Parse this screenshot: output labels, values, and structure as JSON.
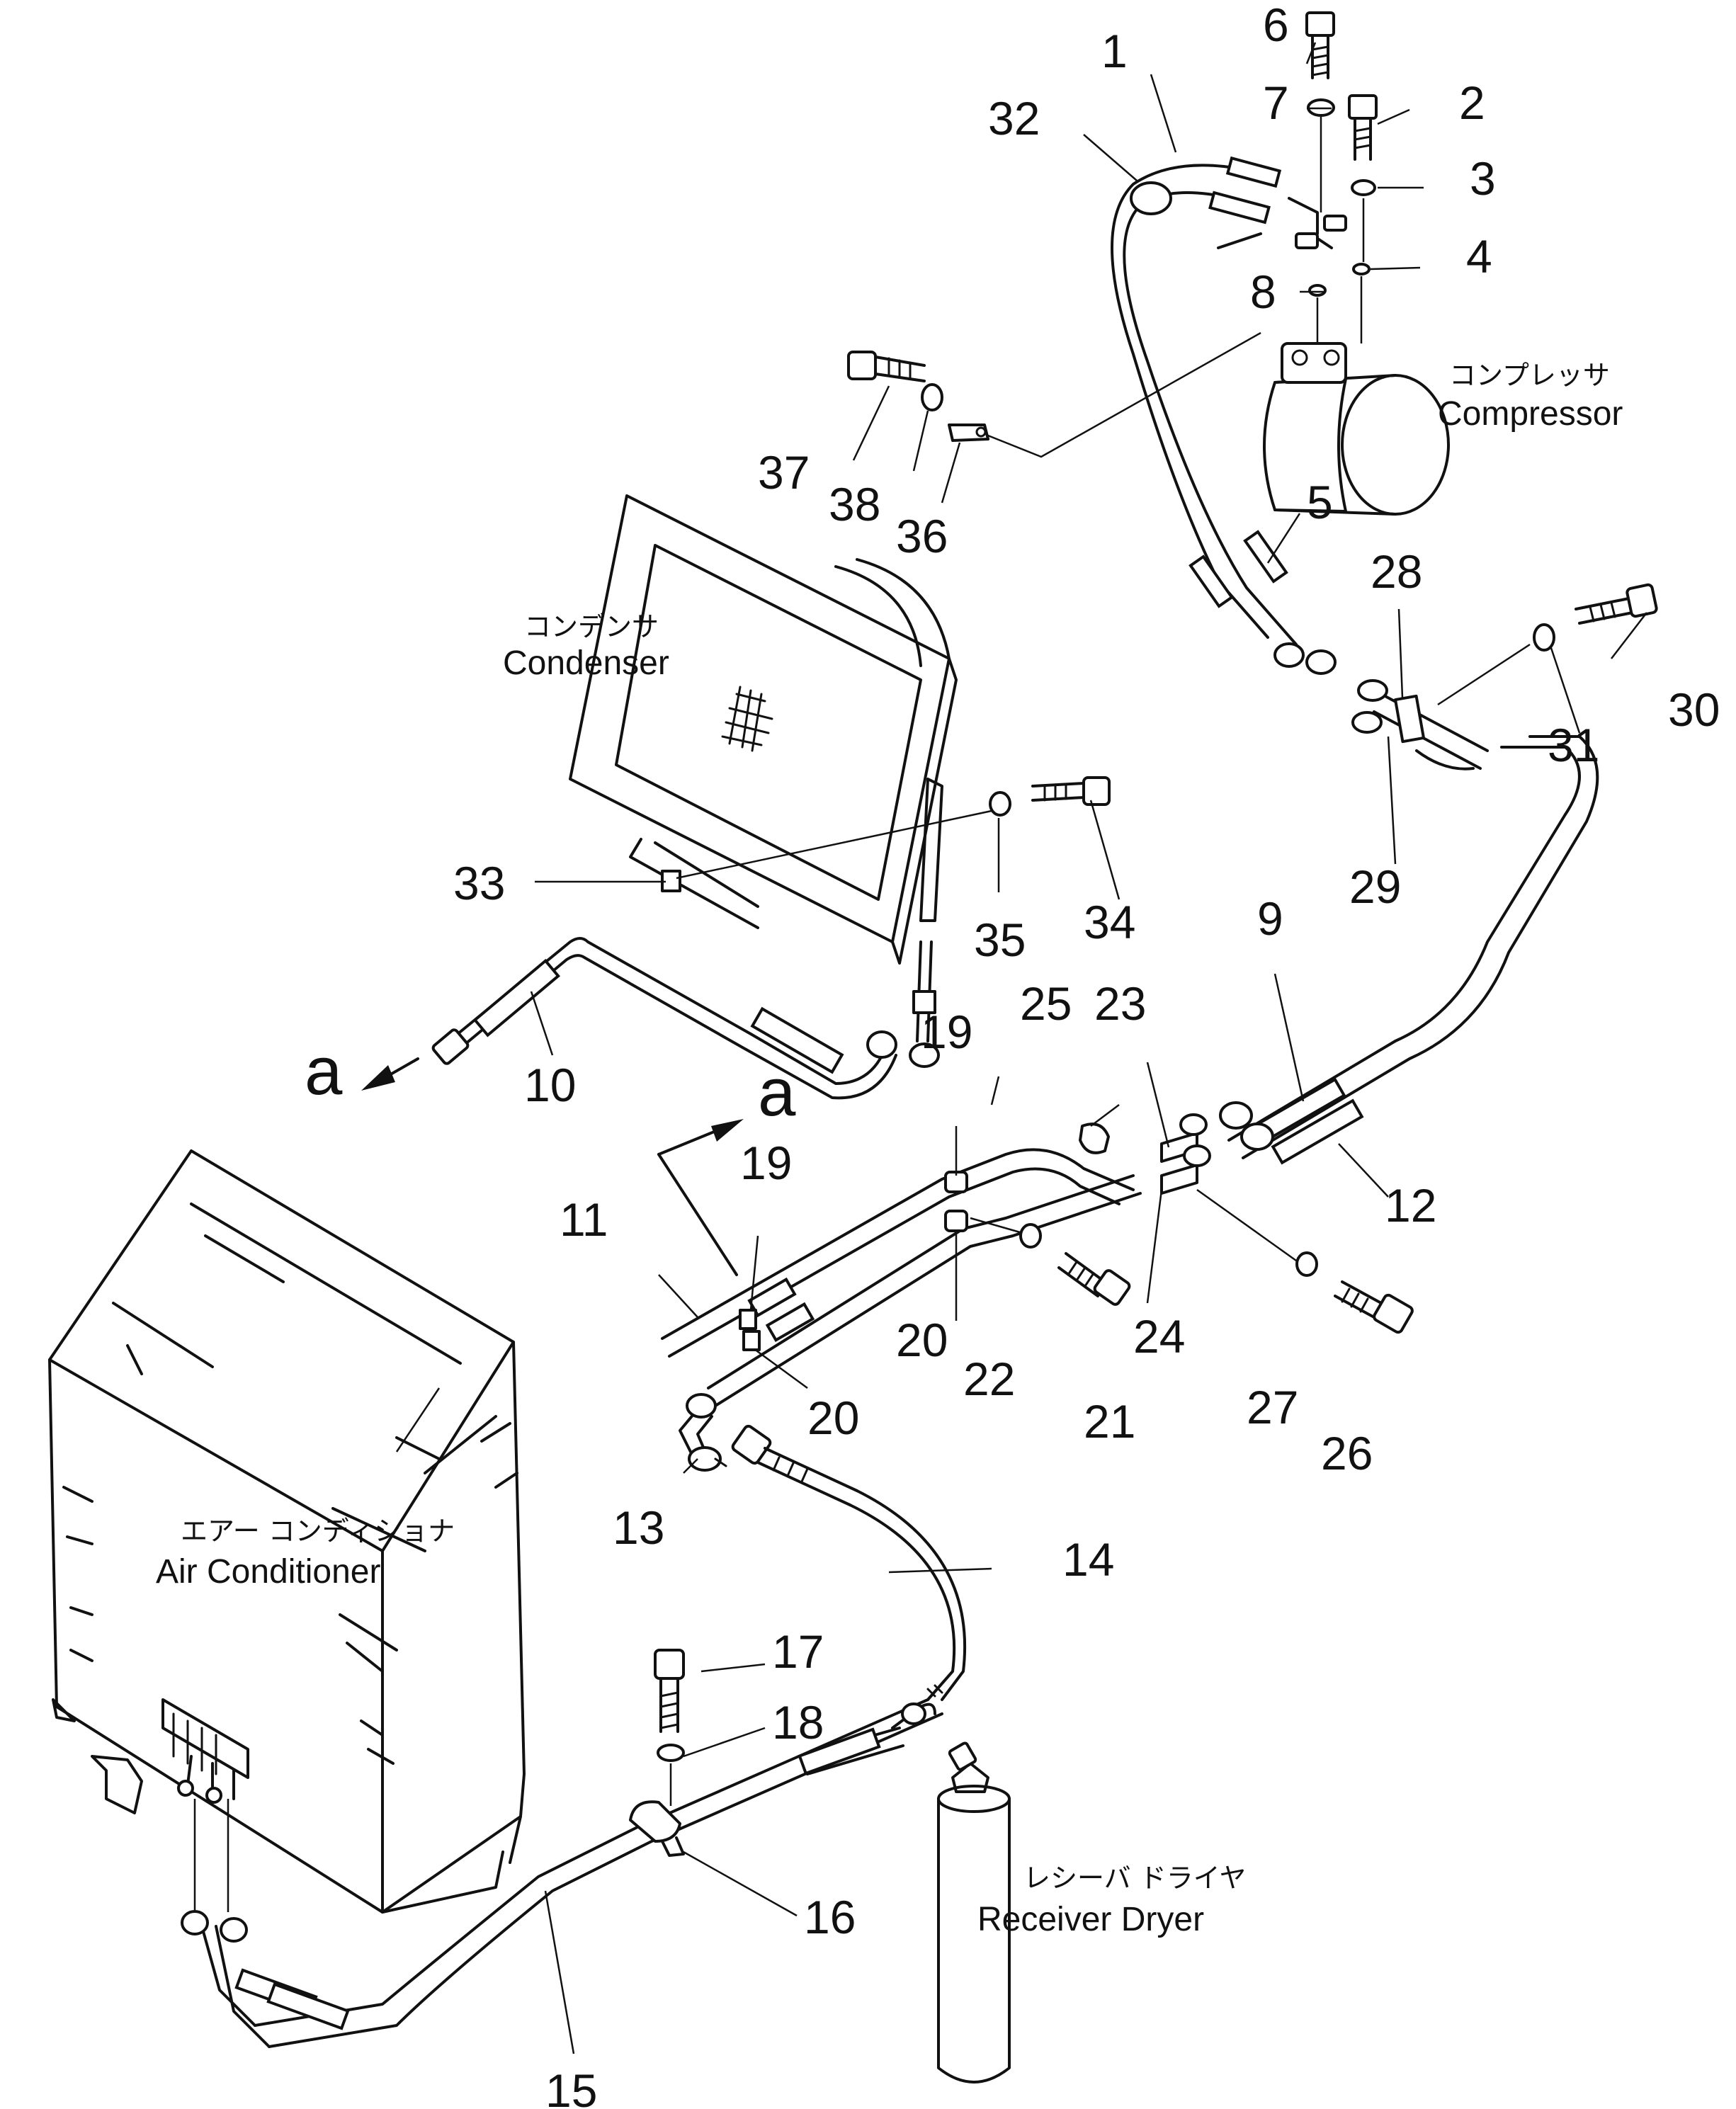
{
  "components": {
    "compressor": {
      "jp": "コンプレッサ",
      "en": "Compressor"
    },
    "condenser": {
      "jp": "コンデンサ",
      "en": "Condenser"
    },
    "air_conditioner": {
      "jp": "エアー コンディショナ",
      "en": "Air Conditioner"
    },
    "receiver_dryer": {
      "jp": "レシーバ ドライヤ",
      "en": "Receiver Dryer"
    }
  },
  "connector_labels": {
    "a_upper": "a",
    "a_lower": "a"
  },
  "part_numbers": {
    "p1": "1",
    "p2": "2",
    "p3": "3",
    "p4": "4",
    "p5": "5",
    "p6": "6",
    "p7": "7",
    "p8": "8",
    "p9": "9",
    "p10": "10",
    "p11": "11",
    "p12": "12",
    "p13": "13",
    "p14": "14",
    "p15": "15",
    "p16": "16",
    "p17": "17",
    "p18": "18",
    "p19a": "19",
    "p19b": "19",
    "p20a": "20",
    "p20b": "20",
    "p21": "21",
    "p22": "22",
    "p23": "23",
    "p24": "24",
    "p25": "25",
    "p26": "26",
    "p27": "27",
    "p28": "28",
    "p29": "29",
    "p30": "30",
    "p31": "31",
    "p32": "32",
    "p33": "33",
    "p34": "34",
    "p35": "35",
    "p36": "36",
    "p37": "37",
    "p38": "38"
  }
}
